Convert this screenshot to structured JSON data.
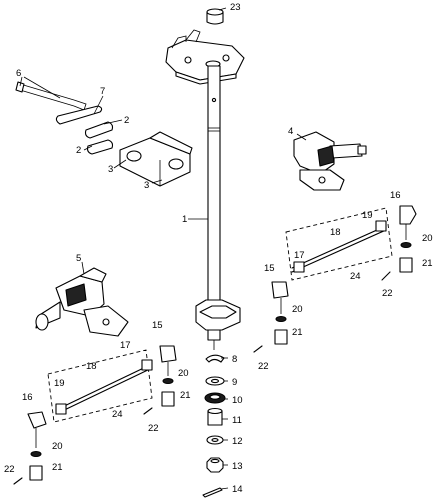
{
  "diagram": {
    "callouts": {
      "c1": "1",
      "c2a": "2",
      "c2b": "2",
      "c3a": "3",
      "c3b": "3",
      "c4": "4",
      "c5": "5",
      "c6": "6",
      "c7": "7",
      "c8": "8",
      "c9": "9",
      "c10": "10",
      "c11": "11",
      "c12": "12",
      "c13": "13",
      "c14": "14",
      "c15r": "15",
      "c15l": "15",
      "c16r": "16",
      "c16l": "16",
      "c17r": "17",
      "c17l": "17",
      "c18r": "18",
      "c18l": "18",
      "c19r": "19",
      "c19l": "19",
      "c20r": "20",
      "c20l1": "20",
      "c20l2": "20",
      "c21r": "21",
      "c21l1": "21",
      "c21l2": "21",
      "c21c": "21",
      "c22r": "22",
      "c22m": "22",
      "c22l1": "22",
      "c22l2": "22",
      "c23": "23",
      "c24r": "24",
      "c24l": "24"
    }
  }
}
